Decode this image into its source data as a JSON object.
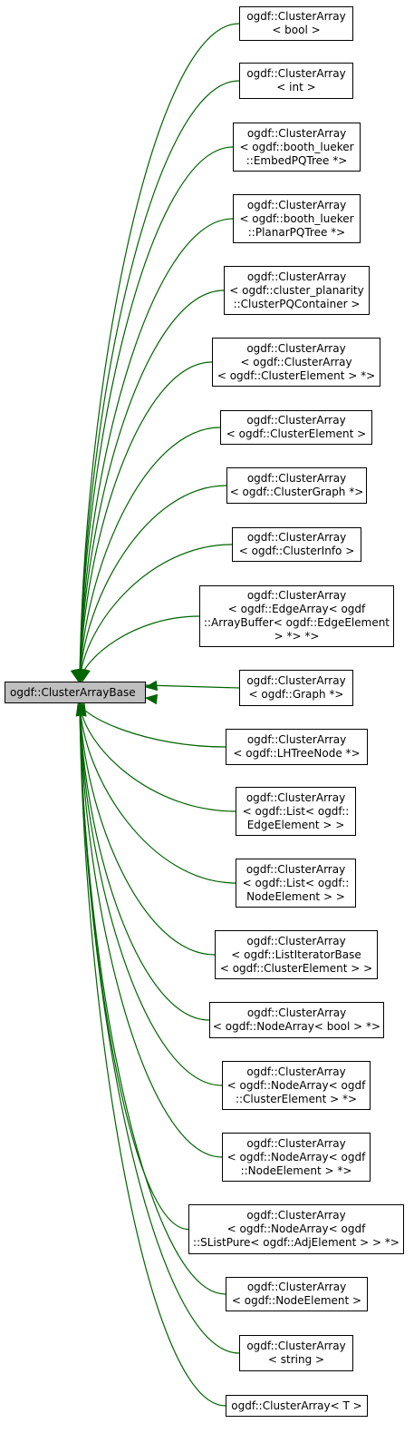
{
  "base_class": {
    "lines": [
      "ogdf::ClusterArrayBase"
    ]
  },
  "derived_classes": [
    {
      "lines": [
        "ogdf::ClusterArray",
        "< bool >"
      ]
    },
    {
      "lines": [
        "ogdf::ClusterArray",
        "< int >"
      ]
    },
    {
      "lines": [
        "ogdf::ClusterArray",
        "< ogdf::booth_lueker",
        "::EmbedPQTree *>"
      ]
    },
    {
      "lines": [
        "ogdf::ClusterArray",
        "< ogdf::booth_lueker",
        "::PlanarPQTree *>"
      ]
    },
    {
      "lines": [
        "ogdf::ClusterArray",
        "< ogdf::cluster_planarity",
        "::ClusterPQContainer >"
      ]
    },
    {
      "lines": [
        "ogdf::ClusterArray",
        "< ogdf::ClusterArray",
        "< ogdf::ClusterElement > *>"
      ]
    },
    {
      "lines": [
        "ogdf::ClusterArray",
        "< ogdf::ClusterElement >"
      ]
    },
    {
      "lines": [
        "ogdf::ClusterArray",
        "< ogdf::ClusterGraph *>"
      ]
    },
    {
      "lines": [
        "ogdf::ClusterArray",
        "< ogdf::ClusterInfo >"
      ]
    },
    {
      "lines": [
        "ogdf::ClusterArray",
        "< ogdf::EdgeArray< ogdf",
        "::ArrayBuffer< ogdf::EdgeElement",
        "> *> *>"
      ]
    },
    {
      "lines": [
        "ogdf::ClusterArray",
        "< ogdf::Graph *>"
      ]
    },
    {
      "lines": [
        "ogdf::ClusterArray",
        "< ogdf::LHTreeNode *>"
      ]
    },
    {
      "lines": [
        "ogdf::ClusterArray",
        "< ogdf::List< ogdf::",
        "EdgeElement > >"
      ]
    },
    {
      "lines": [
        "ogdf::ClusterArray",
        "< ogdf::List< ogdf::",
        "NodeElement > >"
      ]
    },
    {
      "lines": [
        "ogdf::ClusterArray",
        "< ogdf::ListIteratorBase",
        "< ogdf::ClusterElement > >"
      ]
    },
    {
      "lines": [
        "ogdf::ClusterArray",
        "< ogdf::NodeArray< bool > *>"
      ]
    },
    {
      "lines": [
        "ogdf::ClusterArray",
        "< ogdf::NodeArray< ogdf",
        "::ClusterElement > *>"
      ]
    },
    {
      "lines": [
        "ogdf::ClusterArray",
        "< ogdf::NodeArray< ogdf",
        "::NodeElement > *>"
      ]
    },
    {
      "lines": [
        "ogdf::ClusterArray",
        "< ogdf::NodeArray< ogdf",
        "::SListPure< ogdf::AdjElement > > *>"
      ]
    },
    {
      "lines": [
        "ogdf::ClusterArray",
        "< ogdf::NodeElement >"
      ]
    },
    {
      "lines": [
        "ogdf::ClusterArray",
        "< string >"
      ]
    },
    {
      "lines": [
        "ogdf::ClusterArray< T >"
      ]
    }
  ],
  "colors": {
    "edge": "#006400",
    "base_fill": "#bfbfbf",
    "node_fill": "#ffffff",
    "border": "#000000"
  }
}
